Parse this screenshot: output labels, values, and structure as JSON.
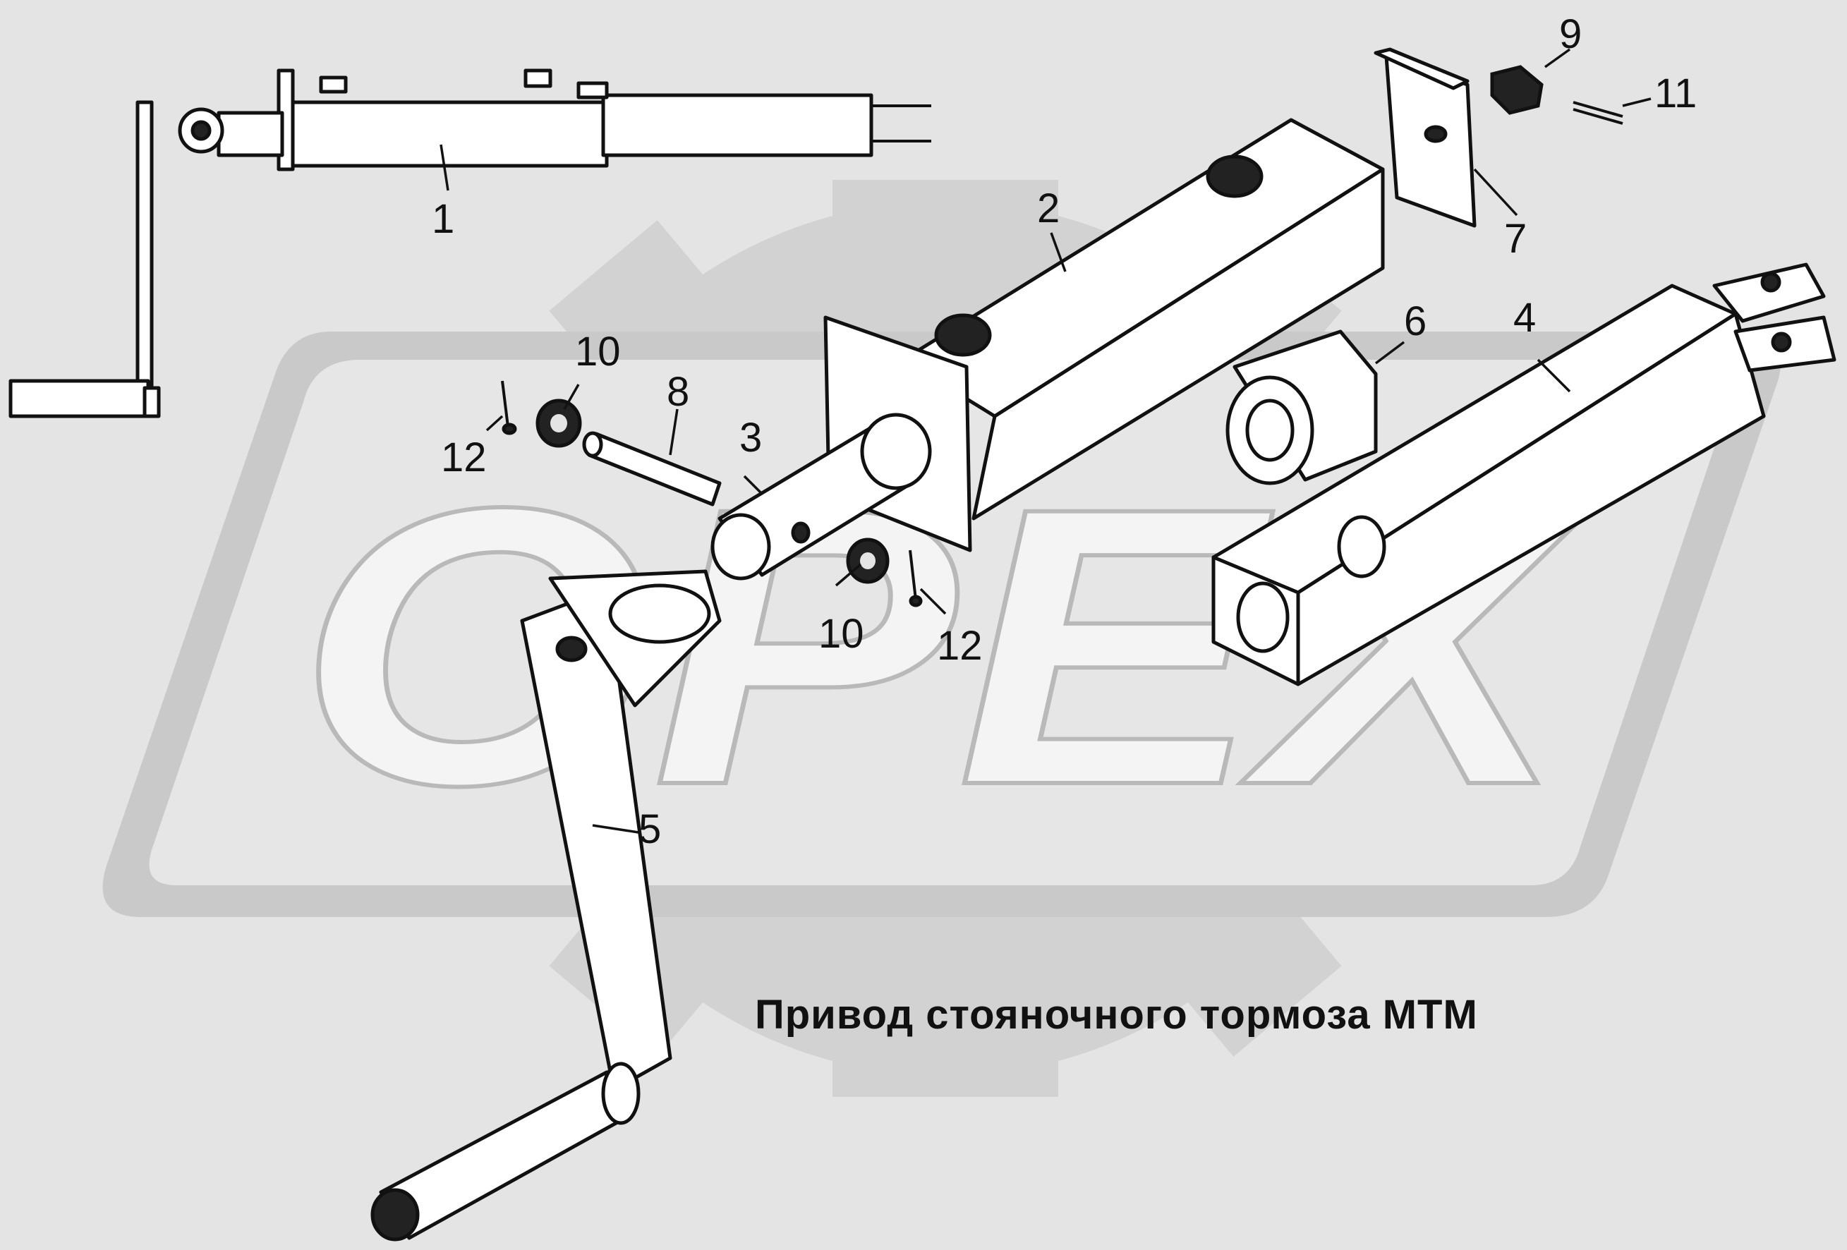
{
  "caption": "Привод стояночного тормоза МТМ",
  "watermark": "OPEX",
  "callouts": [
    "1",
    "2",
    "3",
    "4",
    "5",
    "6",
    "7",
    "8",
    "9",
    "10",
    "10",
    "11",
    "12",
    "12"
  ],
  "colors": {
    "background": "#e4e4e4",
    "watermark_fill": "#cfcfcf",
    "line": "#111111"
  }
}
